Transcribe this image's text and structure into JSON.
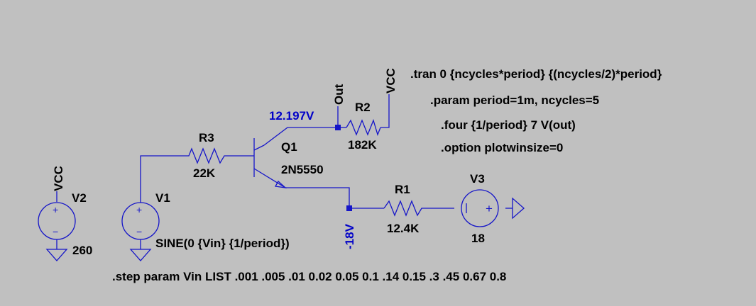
{
  "components": {
    "r1": {
      "name": "R1",
      "value": "12.4K"
    },
    "r2": {
      "name": "R2",
      "value": "182K"
    },
    "r3": {
      "name": "R3",
      "value": "22K"
    },
    "q1": {
      "name": "Q1",
      "model": "2N5550"
    },
    "v1": {
      "name": "V1",
      "value": "SINE(0 {Vin} {1/period})"
    },
    "v2": {
      "name": "V2",
      "value": "260"
    },
    "v3": {
      "name": "V3",
      "value": "18"
    }
  },
  "nets": {
    "vcc_top": "VCC",
    "vcc_left": "VCC",
    "out": "Out"
  },
  "probes": {
    "collector_voltage": "12.197V",
    "emitter_voltage": "-18V"
  },
  "symbols": {
    "plus": "+",
    "minus": "−"
  },
  "directives": {
    "tran": ".tran 0 {ncycles*period} {(ncycles/2)*period}",
    "param": ".param period=1m, ncycles=5",
    "four": ".four {1/period} 7 V(out)",
    "option": ".option plotwinsize=0",
    "step": ".step param Vin  LIST .001 .005 .01 0.02  0.05 0.1 .14 0.15 .3 .45 0.67 0.8"
  }
}
